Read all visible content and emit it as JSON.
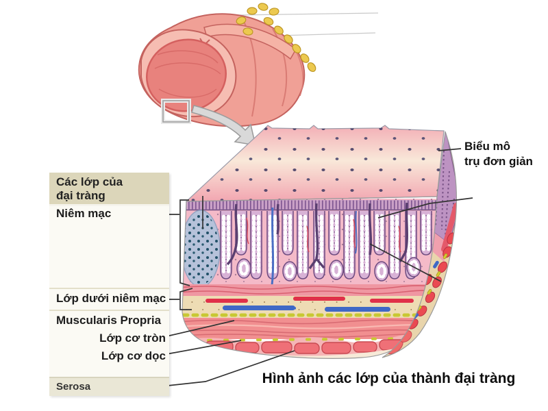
{
  "panel": {
    "header_line1": "Các lớp của",
    "header_line2": "đại tràng",
    "labels": {
      "mucosa": "Niêm mạc",
      "submucosa": "Lớp dưới niêm mạc",
      "muscularis": "Muscularis Propria",
      "circular": "Lớp cơ tròn",
      "longitudinal": "Lớp cơ dọc",
      "serosa": "Serosa"
    }
  },
  "annotation_right": {
    "line1": "Biểu mô",
    "line2": "trụ đơn giản"
  },
  "caption": "Hình ảnh các lớp của thành đại tràng",
  "colors": {
    "panel_header_bg": "#dcd6ba",
    "panel_serosa_bg": "#eae7d6",
    "mucosa_pink": "#f4bac8",
    "crypt_purple": "#6d4b80",
    "nodule_blue": "#b6c2da",
    "submucosa_tan": "#eedcb4",
    "muscle_red": "#f18f90",
    "serosa_cream": "#f7ead8",
    "vessel_red": "#e03049",
    "vessel_blue": "#3f68c6",
    "fat_yellow": "#ecc94f",
    "leader_line": "#333333"
  }
}
